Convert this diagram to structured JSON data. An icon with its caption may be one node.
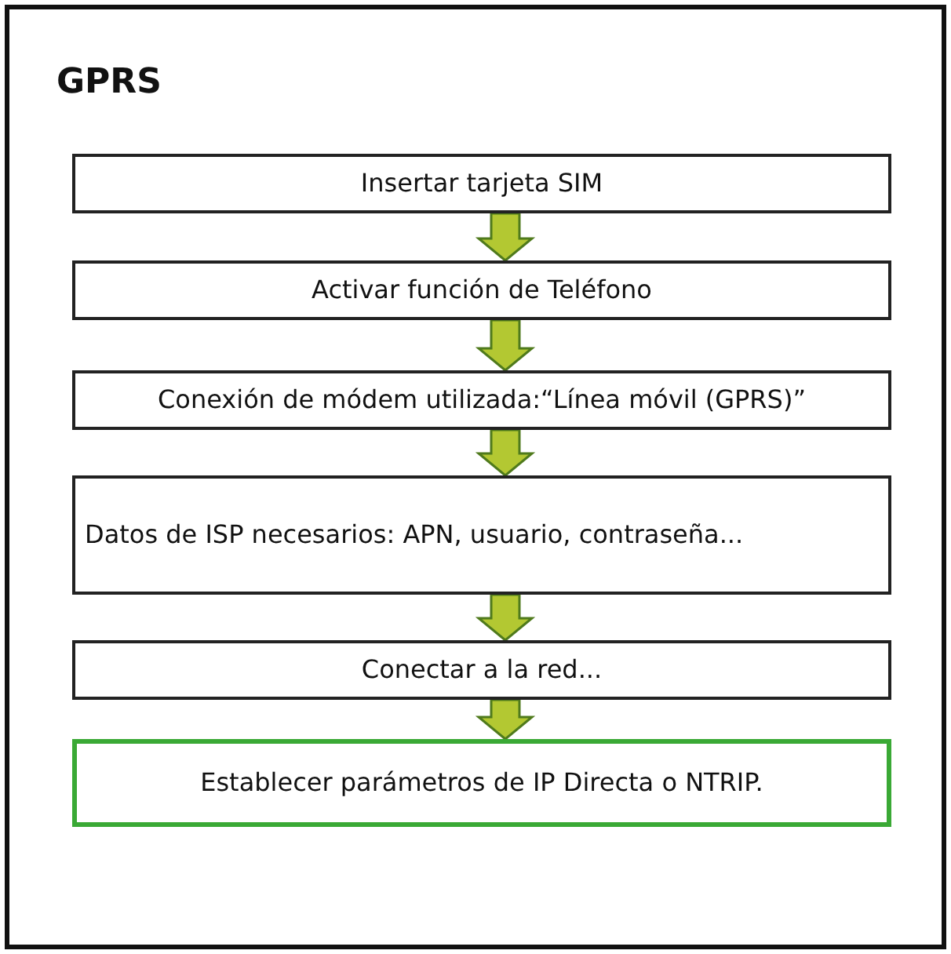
{
  "diagram": {
    "title": "GPRS",
    "nodes": [
      {
        "text": [
          "Insertar tarjeta SIM"
        ]
      },
      {
        "text": [
          "Activar función de Teléfono"
        ]
      },
      {
        "text": [
          "Conexión de módem utilizada:“Línea móvil (GPRS)”"
        ]
      },
      {
        "text": [
          "Datos de ISP necesarios: APN, usuario, contraseña..."
        ]
      },
      {
        "text": [
          "Conectar a la red..."
        ]
      },
      {
        "text": [
          "Establecer parámetros de IP Directa o NTRIP."
        ]
      }
    ],
    "edges": [
      {
        "from": 0,
        "to": 1,
        "arrow": "to"
      },
      {
        "from": 1,
        "to": 2,
        "arrow": "to"
      },
      {
        "from": 2,
        "to": 3,
        "arrow": "to"
      },
      {
        "from": 3,
        "to": 4,
        "arrow": "to"
      },
      {
        "from": 4,
        "to": 5,
        "arrow": "to"
      }
    ]
  }
}
